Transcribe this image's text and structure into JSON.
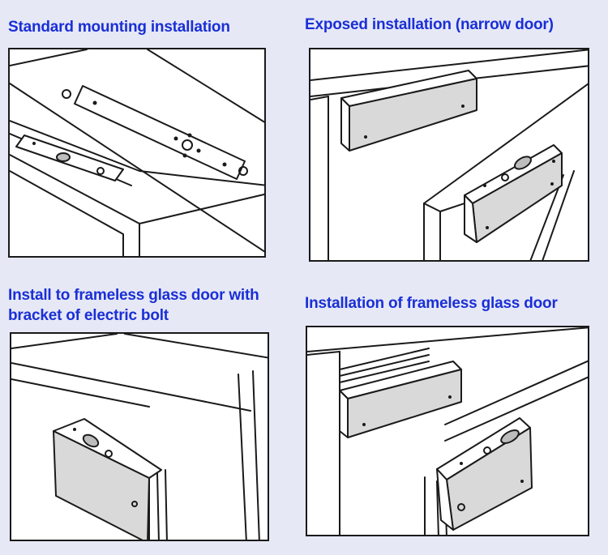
{
  "captions": {
    "top_left": "Standard mounting installation",
    "top_right": "Exposed installation (narrow door)",
    "bottom_left_line1": "Install to frameless glass door with",
    "bottom_left_line2": "bracket of electric bolt",
    "bottom_right": "Installation of frameless glass door"
  },
  "colors": {
    "background": "#e6e8f6",
    "caption_text": "#1a2fd6",
    "panel_border": "#1a1a1a"
  }
}
